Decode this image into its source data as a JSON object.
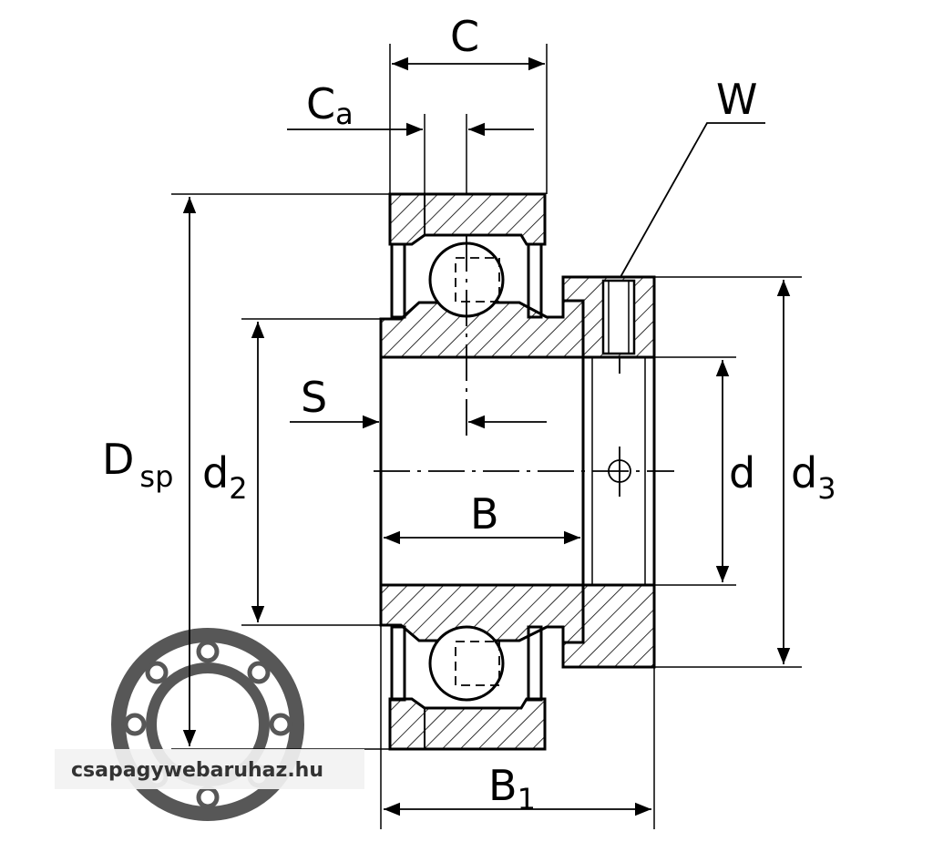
{
  "labels": {
    "C": "C",
    "Ca_main": "C",
    "Ca_sub": "a",
    "W": "W",
    "S": "S",
    "B": "B",
    "B1_main": "B",
    "B1_sub": "1",
    "Dsp_main": "D",
    "Dsp_sub": "sp",
    "d2_main": "d",
    "d2_sub": "2",
    "d": "d",
    "d3_main": "d",
    "d3_sub": "3"
  },
  "watermark": {
    "text": "csapagywebaruhaz.hu"
  },
  "colors": {
    "line": "#000000",
    "watermark_ring": "#3a3a3a",
    "watermark_text": "#333333",
    "background": "#ffffff"
  }
}
